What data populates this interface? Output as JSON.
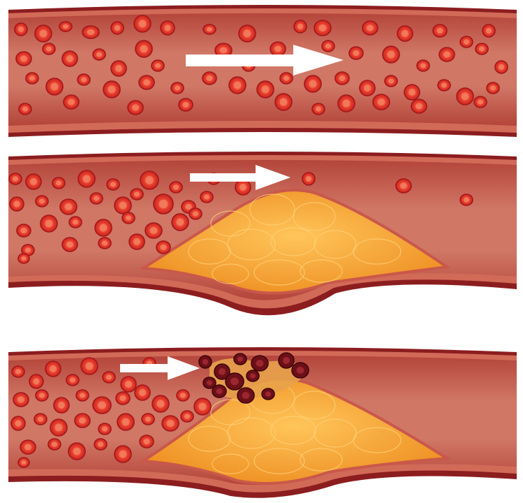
{
  "diagram": {
    "panels": [
      {
        "id": "normal-flow",
        "stage": "normal",
        "has_plaque": false,
        "has_clot": false
      },
      {
        "id": "plaque-buildup",
        "stage": "plaque",
        "has_plaque": true,
        "has_clot": false
      },
      {
        "id": "clot-formation",
        "stage": "clot",
        "has_plaque": true,
        "has_clot": true
      }
    ],
    "colors": {
      "vessel_outer": "#8c1d1f",
      "vessel_wall": "#c9584a",
      "lumen": "#b94a40",
      "lumen_light": "#d8897a",
      "blood_cell": "#e4382c",
      "blood_cell_rim": "#a5171a",
      "blood_cell_core": "#f27a5c",
      "plaque_fill": "#f5a236",
      "plaque_light": "#ffd27a",
      "clot_cell": "#6e0f17",
      "arrow": "#ffffff"
    }
  }
}
